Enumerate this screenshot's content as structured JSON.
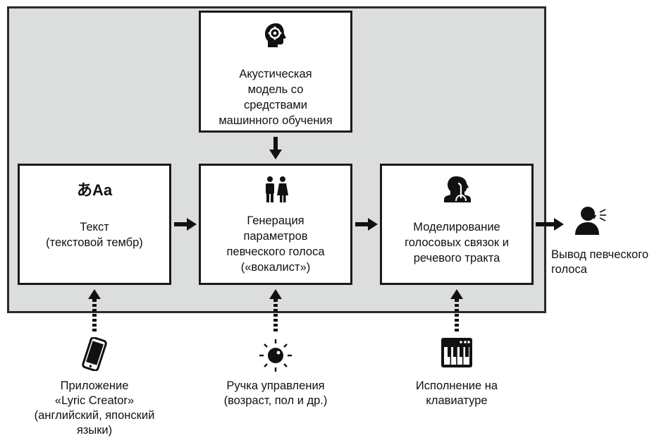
{
  "boxes": {
    "acoustic": "Акустическая\nмодель со\nсредствами\nмашинного обучения",
    "text": "Текст\n(текстовой тембр)",
    "text_icon": "あAa",
    "generation": "Генерация\nпараметров\nпевческого голоса\n(«вокалист»)",
    "modeling": "Моделирование\nголосовых связок и\nречевого тракта"
  },
  "output_label": "Вывод певческого\nголоса",
  "inputs": {
    "app": "Приложение\n«Lyric Creator»\n(английский, японский\nязыки)",
    "knob": "Ручка управления\n(возраст, пол и др.)",
    "keyboard": "Исполнение на\nклавиатуре"
  },
  "icons": [
    "head-gear-icon",
    "man-woman-icon",
    "vocal-tract-icon",
    "speaking-person-icon",
    "smartphone-icon",
    "knob-icon",
    "keyboard-icon"
  ],
  "colors": {
    "panel": "#dcdedd",
    "ink": "#1a1a1a"
  }
}
